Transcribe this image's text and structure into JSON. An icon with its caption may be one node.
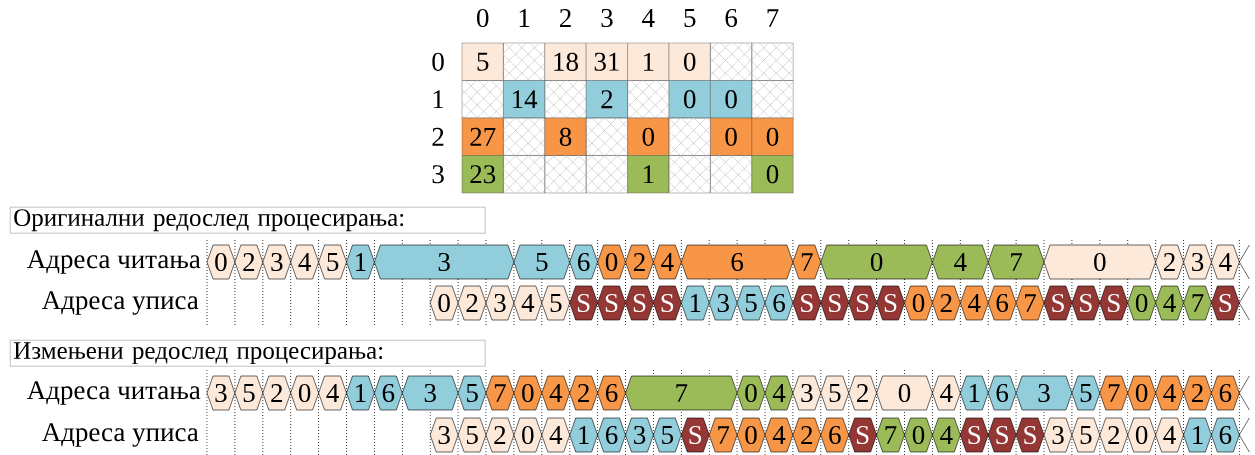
{
  "diagram": {
    "nodes": [
      {
        "text": [
          "Оригинални редослед процесирања:"
        ]
      },
      {
        "text": [
          "0"
        ]
      },
      {
        "text": [
          "2"
        ]
      },
      {
        "text": [
          "3"
        ]
      },
      {
        "text": [
          "4"
        ]
      },
      {
        "text": [
          "5"
        ]
      },
      {
        "text": [
          "1"
        ]
      },
      {
        "text": [
          "3"
        ]
      },
      {
        "text": [
          "5"
        ]
      },
      {
        "text": [
          "6"
        ]
      },
      {
        "text": [
          "0"
        ]
      },
      {
        "text": [
          "2"
        ]
      },
      {
        "text": [
          "4"
        ]
      },
      {
        "text": [
          "6"
        ]
      },
      {
        "text": [
          "7"
        ]
      },
      {
        "text": [
          "0"
        ]
      },
      {
        "text": [
          "4"
        ]
      },
      {
        "text": [
          "7"
        ]
      },
      {
        "text": [
          "0"
        ]
      },
      {
        "text": [
          "2"
        ]
      },
      {
        "text": [
          "3"
        ]
      },
      {
        "text": [
          "4"
        ]
      },
      {
        "text": [
          "0"
        ]
      },
      {
        "text": [
          "2"
        ]
      },
      {
        "text": [
          "3"
        ]
      },
      {
        "text": [
          "4"
        ]
      },
      {
        "text": [
          "5"
        ]
      },
      {
        "text": [
          "S"
        ]
      },
      {
        "text": [
          "S"
        ]
      },
      {
        "text": [
          "S"
        ]
      },
      {
        "text": [
          "S"
        ]
      },
      {
        "text": [
          "1"
        ]
      },
      {
        "text": [
          "3"
        ]
      },
      {
        "text": [
          "5"
        ]
      },
      {
        "text": [
          "6"
        ]
      },
      {
        "text": [
          "S"
        ]
      },
      {
        "text": [
          "S"
        ]
      },
      {
        "text": [
          "S"
        ]
      },
      {
        "text": [
          "S"
        ]
      },
      {
        "text": [
          "0"
        ]
      },
      {
        "text": [
          "2"
        ]
      },
      {
        "text": [
          "4"
        ]
      },
      {
        "text": [
          "6"
        ]
      },
      {
        "text": [
          "7"
        ]
      },
      {
        "text": [
          "S"
        ]
      },
      {
        "text": [
          "S"
        ]
      },
      {
        "text": [
          "S"
        ]
      },
      {
        "text": [
          "0"
        ]
      },
      {
        "text": [
          "4"
        ]
      },
      {
        "text": [
          "7"
        ]
      },
      {
        "text": [
          "S"
        ]
      },
      {
        "text": [
          "Измењени редослед процесирања:"
        ]
      },
      {
        "text": [
          "3"
        ]
      },
      {
        "text": [
          "5"
        ]
      },
      {
        "text": [
          "2"
        ]
      },
      {
        "text": [
          "0"
        ]
      },
      {
        "text": [
          "4"
        ]
      },
      {
        "text": [
          "1"
        ]
      },
      {
        "text": [
          "6"
        ]
      },
      {
        "text": [
          "3"
        ]
      },
      {
        "text": [
          "5"
        ]
      },
      {
        "text": [
          "7"
        ]
      },
      {
        "text": [
          "0"
        ]
      },
      {
        "text": [
          "4"
        ]
      },
      {
        "text": [
          "2"
        ]
      },
      {
        "text": [
          "6"
        ]
      },
      {
        "text": [
          "7"
        ]
      },
      {
        "text": [
          "0"
        ]
      },
      {
        "text": [
          "4"
        ]
      },
      {
        "text": [
          "3"
        ]
      },
      {
        "text": [
          "5"
        ]
      },
      {
        "text": [
          "2"
        ]
      },
      {
        "text": [
          "0"
        ]
      },
      {
        "text": [
          "4"
        ]
      },
      {
        "text": [
          "1"
        ]
      },
      {
        "text": [
          "6"
        ]
      },
      {
        "text": [
          "3"
        ]
      },
      {
        "text": [
          "5"
        ]
      },
      {
        "text": [
          "7"
        ]
      },
      {
        "text": [
          "0"
        ]
      },
      {
        "text": [
          "4"
        ]
      },
      {
        "text": [
          "2"
        ]
      },
      {
        "text": [
          "6"
        ]
      },
      {
        "text": [
          "3"
        ]
      },
      {
        "text": [
          "5"
        ]
      },
      {
        "text": [
          "2"
        ]
      },
      {
        "text": [
          "0"
        ]
      },
      {
        "text": [
          "4"
        ]
      },
      {
        "text": [
          "1"
        ]
      },
      {
        "text": [
          "6"
        ]
      },
      {
        "text": [
          "3"
        ]
      },
      {
        "text": [
          "5"
        ]
      },
      {
        "text": [
          "S"
        ]
      },
      {
        "text": [
          "7"
        ]
      },
      {
        "text": [
          "0"
        ]
      },
      {
        "text": [
          "4"
        ]
      },
      {
        "text": [
          "2"
        ]
      },
      {
        "text": [
          "6"
        ]
      },
      {
        "text": [
          "S"
        ]
      },
      {
        "text": [
          "7"
        ]
      },
      {
        "text": [
          "0"
        ]
      },
      {
        "text": [
          "4"
        ]
      },
      {
        "text": [
          "S"
        ]
      },
      {
        "text": [
          "S"
        ]
      },
      {
        "text": [
          "S"
        ]
      },
      {
        "text": [
          "3"
        ]
      },
      {
        "text": [
          "5"
        ]
      },
      {
        "text": [
          "2"
        ]
      },
      {
        "text": [
          "0"
        ]
      },
      {
        "text": [
          "4"
        ]
      },
      {
        "text": [
          "1"
        ]
      },
      {
        "text": [
          "6"
        ]
      }
    ],
    "labels": [
      "0",
      "1",
      "2",
      "3",
      "4",
      "5",
      "6",
      "7",
      "0",
      "5",
      "18",
      "31",
      "1",
      "0",
      "1",
      "14",
      "2",
      "0",
      "0",
      "2",
      "27",
      "8",
      "0",
      "0",
      "0",
      "3",
      "23",
      "1",
      "0",
      "Адреса читања",
      "Адреса уписа",
      "Адреса читања",
      "Адреса уписа"
    ]
  }
}
